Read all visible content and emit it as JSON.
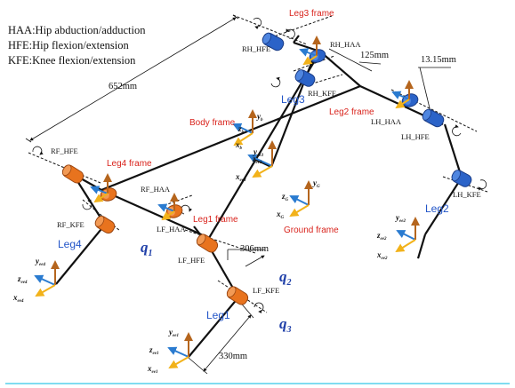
{
  "legend": {
    "haa": "HAA:Hip abduction/adduction",
    "hfe": "HFE:Hip flexion/extension",
    "kfe": "KFE:Knee flexion/extension"
  },
  "dimensions": {
    "d652": "652mm",
    "d125": "125mm",
    "d1315": "13.15mm",
    "d306": "306mm",
    "d330": "330mm"
  },
  "frames": {
    "leg3": "Leg3 frame",
    "leg2": "Leg2 frame",
    "leg4": "Leg4 frame",
    "leg1": "Leg1 frame",
    "body": "Body frame",
    "ground": "Ground frame"
  },
  "legs": {
    "leg1": "Leg1",
    "leg2": "Leg2",
    "leg3": "Leg3",
    "leg4": "Leg4"
  },
  "joints": {
    "rh_hfe": "RH_HFE",
    "rh_haa": "RH_HAA",
    "rh_kfe": "RH_KFE",
    "lh_haa": "LH_HAA",
    "lh_hfe": "LH_HFE",
    "lh_kfe": "LH_KFE",
    "rf_hfe": "RF_HFE",
    "rf_haa": "RF_HAA",
    "rf_kfe": "RF_KFE",
    "lf_haa": "LF_HAA",
    "lf_hfe": "LF_HFE",
    "lf_kfe": "LF_KFE"
  },
  "q": {
    "q1": "q",
    "q1sub": "1",
    "q2": "q",
    "q2sub": "2",
    "q3": "q",
    "q3sub": "3"
  },
  "axes": {
    "z": "z",
    "y": "y",
    "x": "x",
    "b": "b",
    "G": "G",
    "ee1": "ee1",
    "ee2": "ee2",
    "ee3": "ee3",
    "ee4": "ee4"
  },
  "colors": {
    "joint_fill": "#e8731e",
    "joint_blue": "#2b63c8",
    "axis_z": "#2a7bd0",
    "axis_y": "#b5651d",
    "axis_x": "#f2b21a",
    "frame_label": "#d9231c",
    "leg_label": "#2255c8",
    "q_label": "#1f3fa8",
    "bottom_rule": "#35c6e8"
  }
}
